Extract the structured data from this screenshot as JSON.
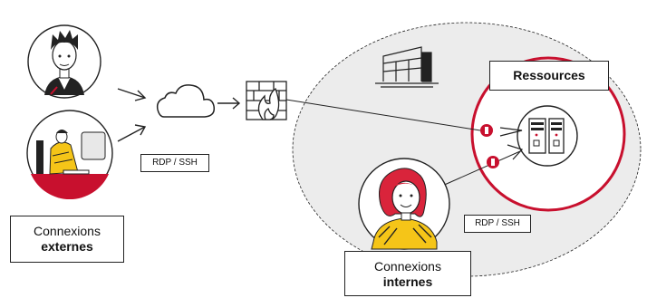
{
  "labels": {
    "external_connections_line1": "Connexions",
    "external_connections_line2": "externes",
    "internal_connections_line1": "Connexions",
    "internal_connections_line2": "internes",
    "resources": "Ressources",
    "protocol_external": "RDP / SSH",
    "protocol_internal": "RDP / SSH"
  },
  "colors": {
    "accent": "#c8102e",
    "cluster_fill": "#ececec",
    "line": "#222222",
    "person_yellow": "#f5c518",
    "hair_red": "#d9243b"
  },
  "icons": [
    "person-external-icon",
    "person-remote-worker-icon",
    "arrow-icon",
    "cloud-icon",
    "firewall-icon",
    "building-icon",
    "server-icon",
    "lock-icon",
    "person-internal-icon"
  ]
}
